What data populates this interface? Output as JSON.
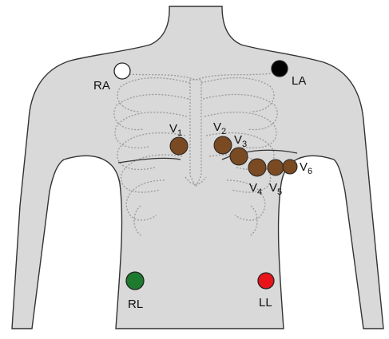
{
  "electrodes": {
    "ra": {
      "label": "RA",
      "color": "#ffffff"
    },
    "la": {
      "label": "LA",
      "color": "#000000"
    },
    "rl": {
      "label": "RL",
      "color": "#1e7a2e"
    },
    "ll": {
      "label": "LL",
      "color": "#e8141a"
    },
    "v1": {
      "base": "V",
      "sub": "1",
      "color": "#7a4a22"
    },
    "v2": {
      "base": "V",
      "sub": "2",
      "color": "#7a4a22"
    },
    "v3": {
      "base": "V",
      "sub": "3",
      "color": "#7a4a22"
    },
    "v4": {
      "base": "V",
      "sub": "4",
      "color": "#7a4a22"
    },
    "v5": {
      "base": "V",
      "sub": "5",
      "color": "#7a4a22"
    },
    "v6": {
      "base": "V",
      "sub": "6",
      "color": "#7a4a22"
    }
  },
  "colors": {
    "skin": "#d9d9d9",
    "outline": "#333333"
  }
}
